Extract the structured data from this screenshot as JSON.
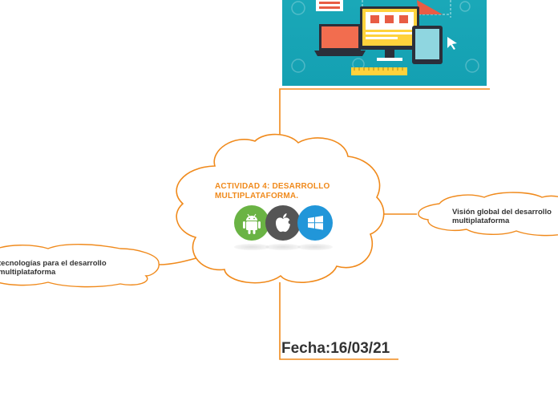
{
  "central": {
    "title": "ACTIVIDAD 4: DESARROLLO MULTIPLATAFORMA.",
    "icons": [
      "android-icon",
      "apple-icon",
      "windows-icon"
    ]
  },
  "nodes": {
    "left": "tecnologías para el desarrollo multiplataforma",
    "right": "Visión global del desarrollo multiplataforma",
    "date": "Fecha:16/03/21"
  },
  "colors": {
    "accent": "#f08a1c",
    "banner": "#18a5b6",
    "text": "#333333"
  }
}
